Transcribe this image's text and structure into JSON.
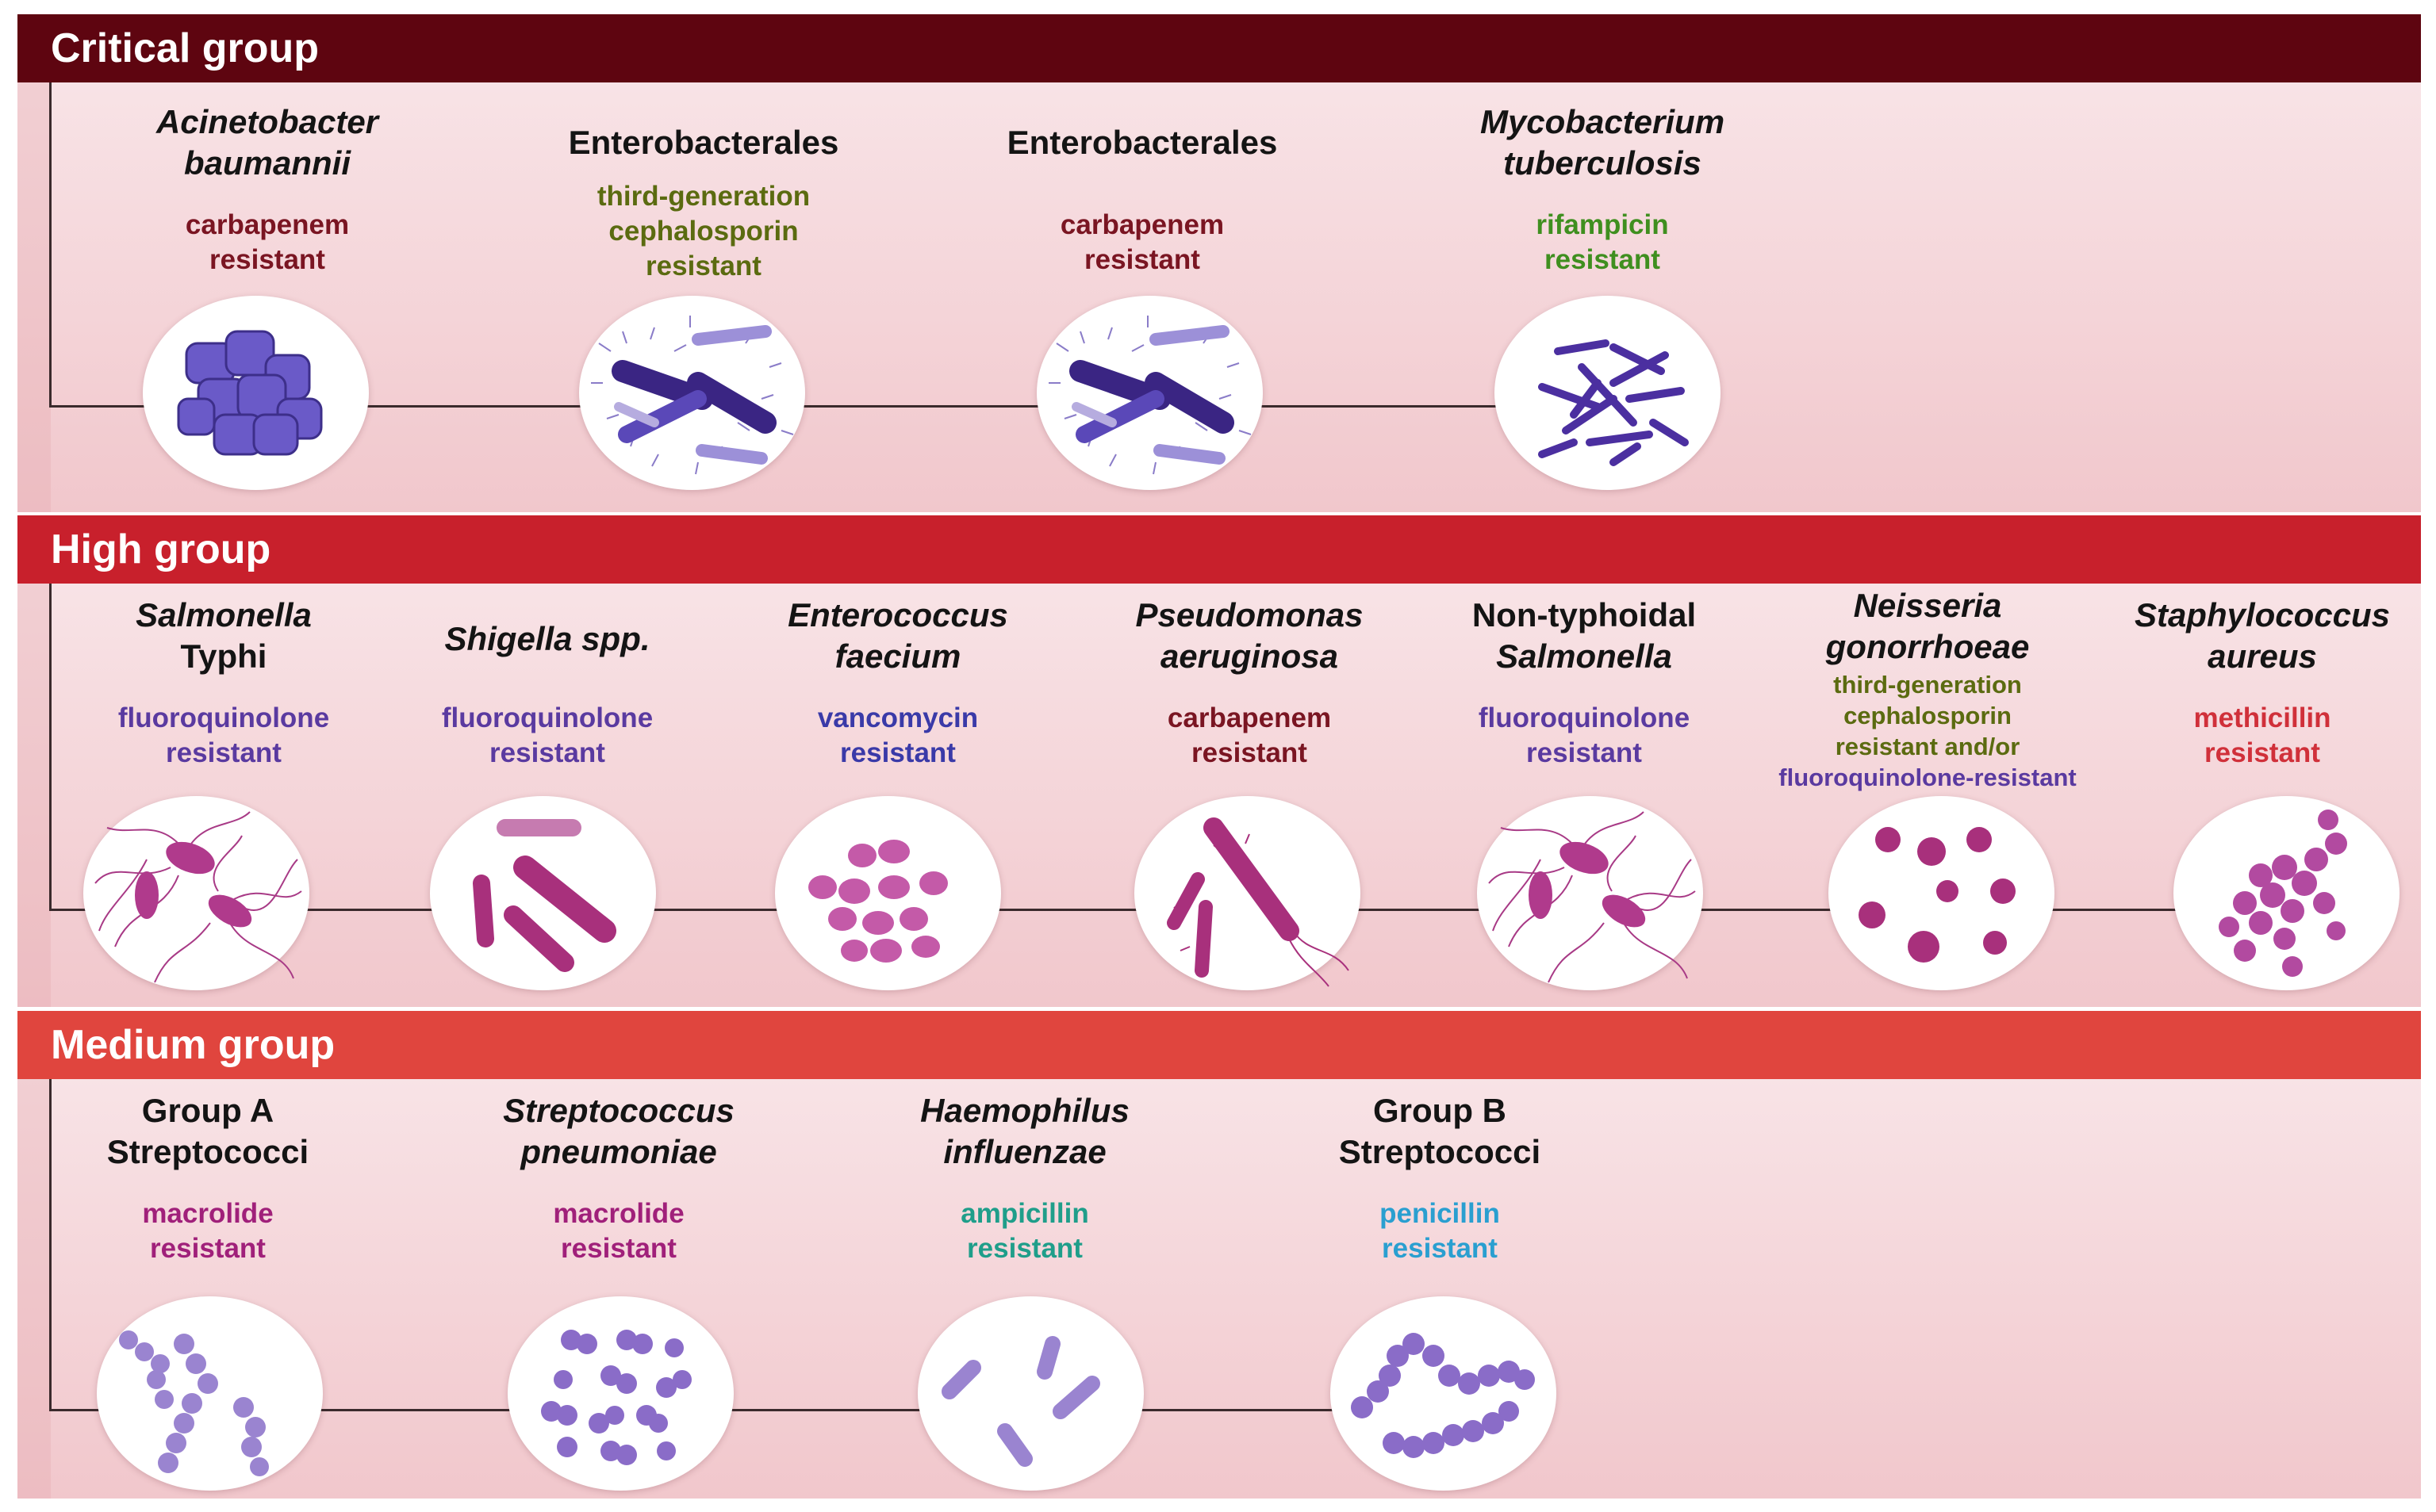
{
  "groups": {
    "critical": {
      "title": "Critical group",
      "header_color": "#5e0510",
      "organisms": [
        {
          "name_line1": "Acinetobacter",
          "name_line2": "baumannii",
          "res_lines": [
            "carbapenem",
            "resistant"
          ],
          "res_color": "#7a1522",
          "icon": "clustered-cocci-icon"
        },
        {
          "name_line1": "Enterobacterales",
          "name_line2": "",
          "res_lines": [
            "third-generation",
            "cephalosporin",
            "resistant"
          ],
          "res_color": "#5b6b10",
          "icon": "rod-bacteria-icon"
        },
        {
          "name_line1": "Enterobacterales",
          "name_line2": "",
          "res_lines": [
            "carbapenem",
            "resistant"
          ],
          "res_color": "#7a1522",
          "icon": "rod-bacteria-icon"
        },
        {
          "name_line1": "Mycobacterium",
          "name_line2": "tuberculosis",
          "res_lines": [
            "rifampicin",
            "resistant"
          ],
          "res_color": "#3f8f1f",
          "icon": "thin-rods-icon"
        }
      ]
    },
    "high": {
      "title": "High group",
      "header_color": "#c8202c",
      "organisms": [
        {
          "name_line1": "Salmonella",
          "name_line2": "Typhi",
          "res_lines": [
            "fluoroquinolone",
            "resistant"
          ],
          "res_color": "#5a3aa0",
          "icon": "flagellated-bacteria-icon"
        },
        {
          "name_line1": "Shigella spp.",
          "name_line2": "",
          "res_lines": [
            "fluoroquinolone",
            "resistant"
          ],
          "res_color": "#5a3aa0",
          "icon": "rod-bacteria-icon"
        },
        {
          "name_line1": "Enterococcus",
          "name_line2": "faecium",
          "res_lines": [
            "vancomycin",
            "resistant"
          ],
          "res_color": "#3a3aa8",
          "icon": "cocci-pairs-icon"
        },
        {
          "name_line1": "Pseudomonas",
          "name_line2": "aeruginosa",
          "res_lines": [
            "carbapenem",
            "resistant"
          ],
          "res_color": "#7a1522",
          "icon": "flagellated-rod-icon"
        },
        {
          "name_line1": "Non-typhoidal",
          "name_line2": "Salmonella",
          "res_lines": [
            "fluoroquinolone",
            "resistant"
          ],
          "res_color": "#5a3aa0",
          "icon": "flagellated-bacteria-icon"
        },
        {
          "name_line1": "Neisseria",
          "name_line2": "gonorrhoeae",
          "res_lines": [
            "third-generation",
            "cephalosporin",
            "resistant and/or",
            "fluoroquinolone-resistant"
          ],
          "res_colors": [
            "#5b6b10",
            "#5b6b10",
            "#5b6b10",
            "#5a3aa0"
          ],
          "res_color": "#5b6b10",
          "icon": "diplococci-icon"
        },
        {
          "name_line1": "Staphylococcus",
          "name_line2": "aureus",
          "res_lines": [
            "methicillin",
            "resistant"
          ],
          "res_color": "#d0303a",
          "icon": "grape-cluster-icon"
        }
      ]
    },
    "medium": {
      "title": "Medium group",
      "header_color": "#e0453e",
      "organisms": [
        {
          "name_line1": "Group A",
          "name_line2": "Streptococci",
          "res_lines": [
            "macrolide",
            "resistant"
          ],
          "res_color": "#a0207a",
          "icon": "chain-cocci-icon"
        },
        {
          "name_line1": "Streptococcus",
          "name_line2": "pneumoniae",
          "res_lines": [
            "macrolide",
            "resistant"
          ],
          "res_color": "#a0207a",
          "icon": "diplococci-icon"
        },
        {
          "name_line1": "Haemophilus",
          "name_line2": "influenzae",
          "res_lines": [
            "ampicillin",
            "resistant"
          ],
          "res_color": "#1f9e8a",
          "icon": "short-rods-icon"
        },
        {
          "name_line1": "Group B",
          "name_line2": "Streptococci",
          "res_lines": [
            "penicillin",
            "resistant"
          ],
          "res_color": "#2a9fd0",
          "icon": "chain-cocci-icon"
        }
      ]
    }
  }
}
